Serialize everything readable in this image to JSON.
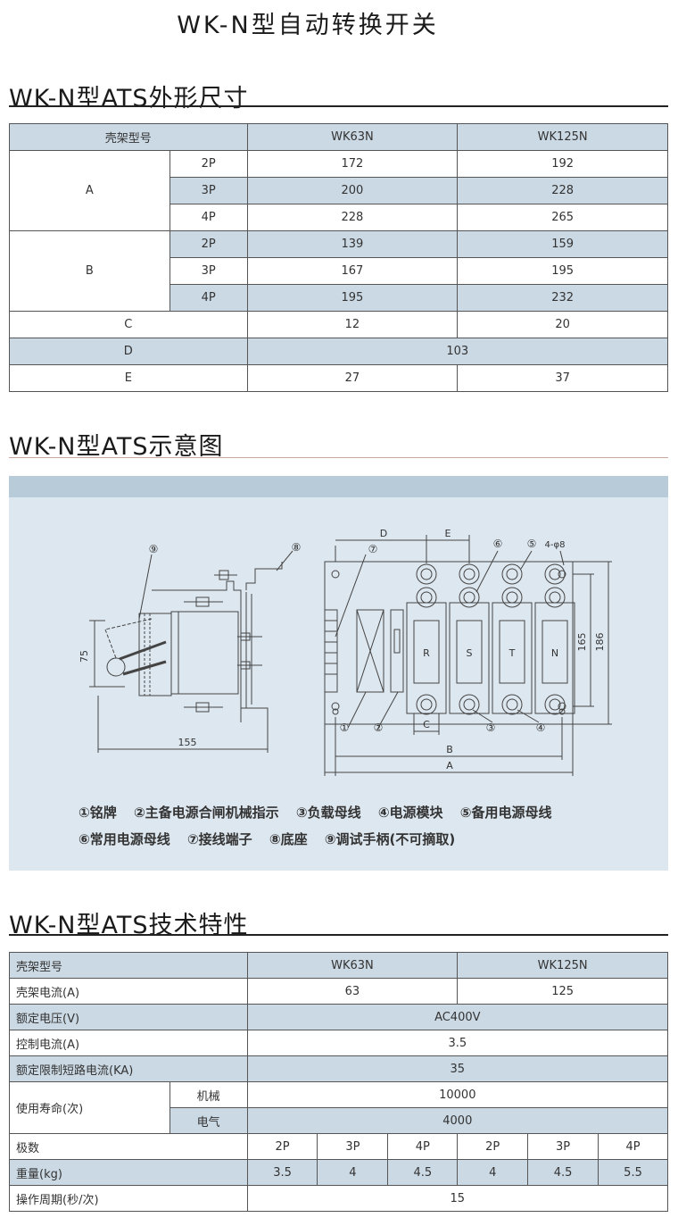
{
  "title": "WK-N型自动转换开关",
  "dims": {
    "title": "WK-N型ATS外形尺寸",
    "header": [
      "壳架型号",
      "WK63N",
      "WK125N"
    ],
    "A": {
      "label": "A",
      "rows": [
        [
          "2P",
          "172",
          "192"
        ],
        [
          "3P",
          "200",
          "228"
        ],
        [
          "4P",
          "228",
          "265"
        ]
      ]
    },
    "B": {
      "label": "B",
      "rows": [
        [
          "2P",
          "139",
          "159"
        ],
        [
          "3P",
          "167",
          "195"
        ],
        [
          "4P",
          "195",
          "232"
        ]
      ]
    },
    "C": [
      "C",
      "12",
      "20"
    ],
    "D": [
      "D",
      "103"
    ],
    "E": [
      "E",
      "27",
      "37"
    ]
  },
  "diagram": {
    "title": "WK-N型ATS示意图",
    "labels": {
      "n9": "⑨",
      "n8": "⑧",
      "n7": "⑦",
      "n6": "⑥",
      "n5": "⑤",
      "n1": "①",
      "n2": "②",
      "n3": "③",
      "n4": "④",
      "D": "D",
      "E": "E",
      "C": "C",
      "B": "B",
      "A": "A",
      "d75": "75",
      "d155": "155",
      "d165": "165",
      "d186": "186",
      "holes": "4-φ8",
      "R": "R",
      "S": "S",
      "T": "T",
      "N": "N"
    },
    "legend_line1": [
      "①铭牌",
      "②主备电源合闸机械指示",
      "③负载母线",
      "④电源模块",
      "⑤备用电源母线"
    ],
    "legend_line2": [
      "⑥常用电源母线",
      "⑦接线端子",
      "⑧底座",
      "⑨调试手柄(不可摘取)"
    ]
  },
  "specs": {
    "title": "WK-N型ATS技术特性",
    "header": [
      "壳架型号",
      "WK63N",
      "WK125N"
    ],
    "current": [
      "壳架电流(A)",
      "63",
      "125"
    ],
    "voltage": [
      "额定电压(V)",
      "AC400V"
    ],
    "ctrl": [
      "控制电流(A)",
      "3.5"
    ],
    "short": [
      "额定限制短路电流(KA)",
      "35"
    ],
    "life": {
      "label": "使用寿命(次)",
      "mech": [
        "机械",
        "10000"
      ],
      "elec": [
        "电气",
        "4000"
      ]
    },
    "poles": [
      "极数",
      "2P",
      "3P",
      "4P",
      "2P",
      "3P",
      "4P"
    ],
    "weight": [
      "重量(kg)",
      "3.5",
      "4",
      "4.5",
      "4",
      "4.5",
      "5.5"
    ],
    "cycle": [
      "操作周期(秒/次)",
      "15"
    ]
  },
  "colors": {
    "shade": "#cbd9e4",
    "diagram_bg": "#dde7ef",
    "diagram_bar": "#b8cbd8",
    "accent_rule": "#c9a6a0"
  }
}
